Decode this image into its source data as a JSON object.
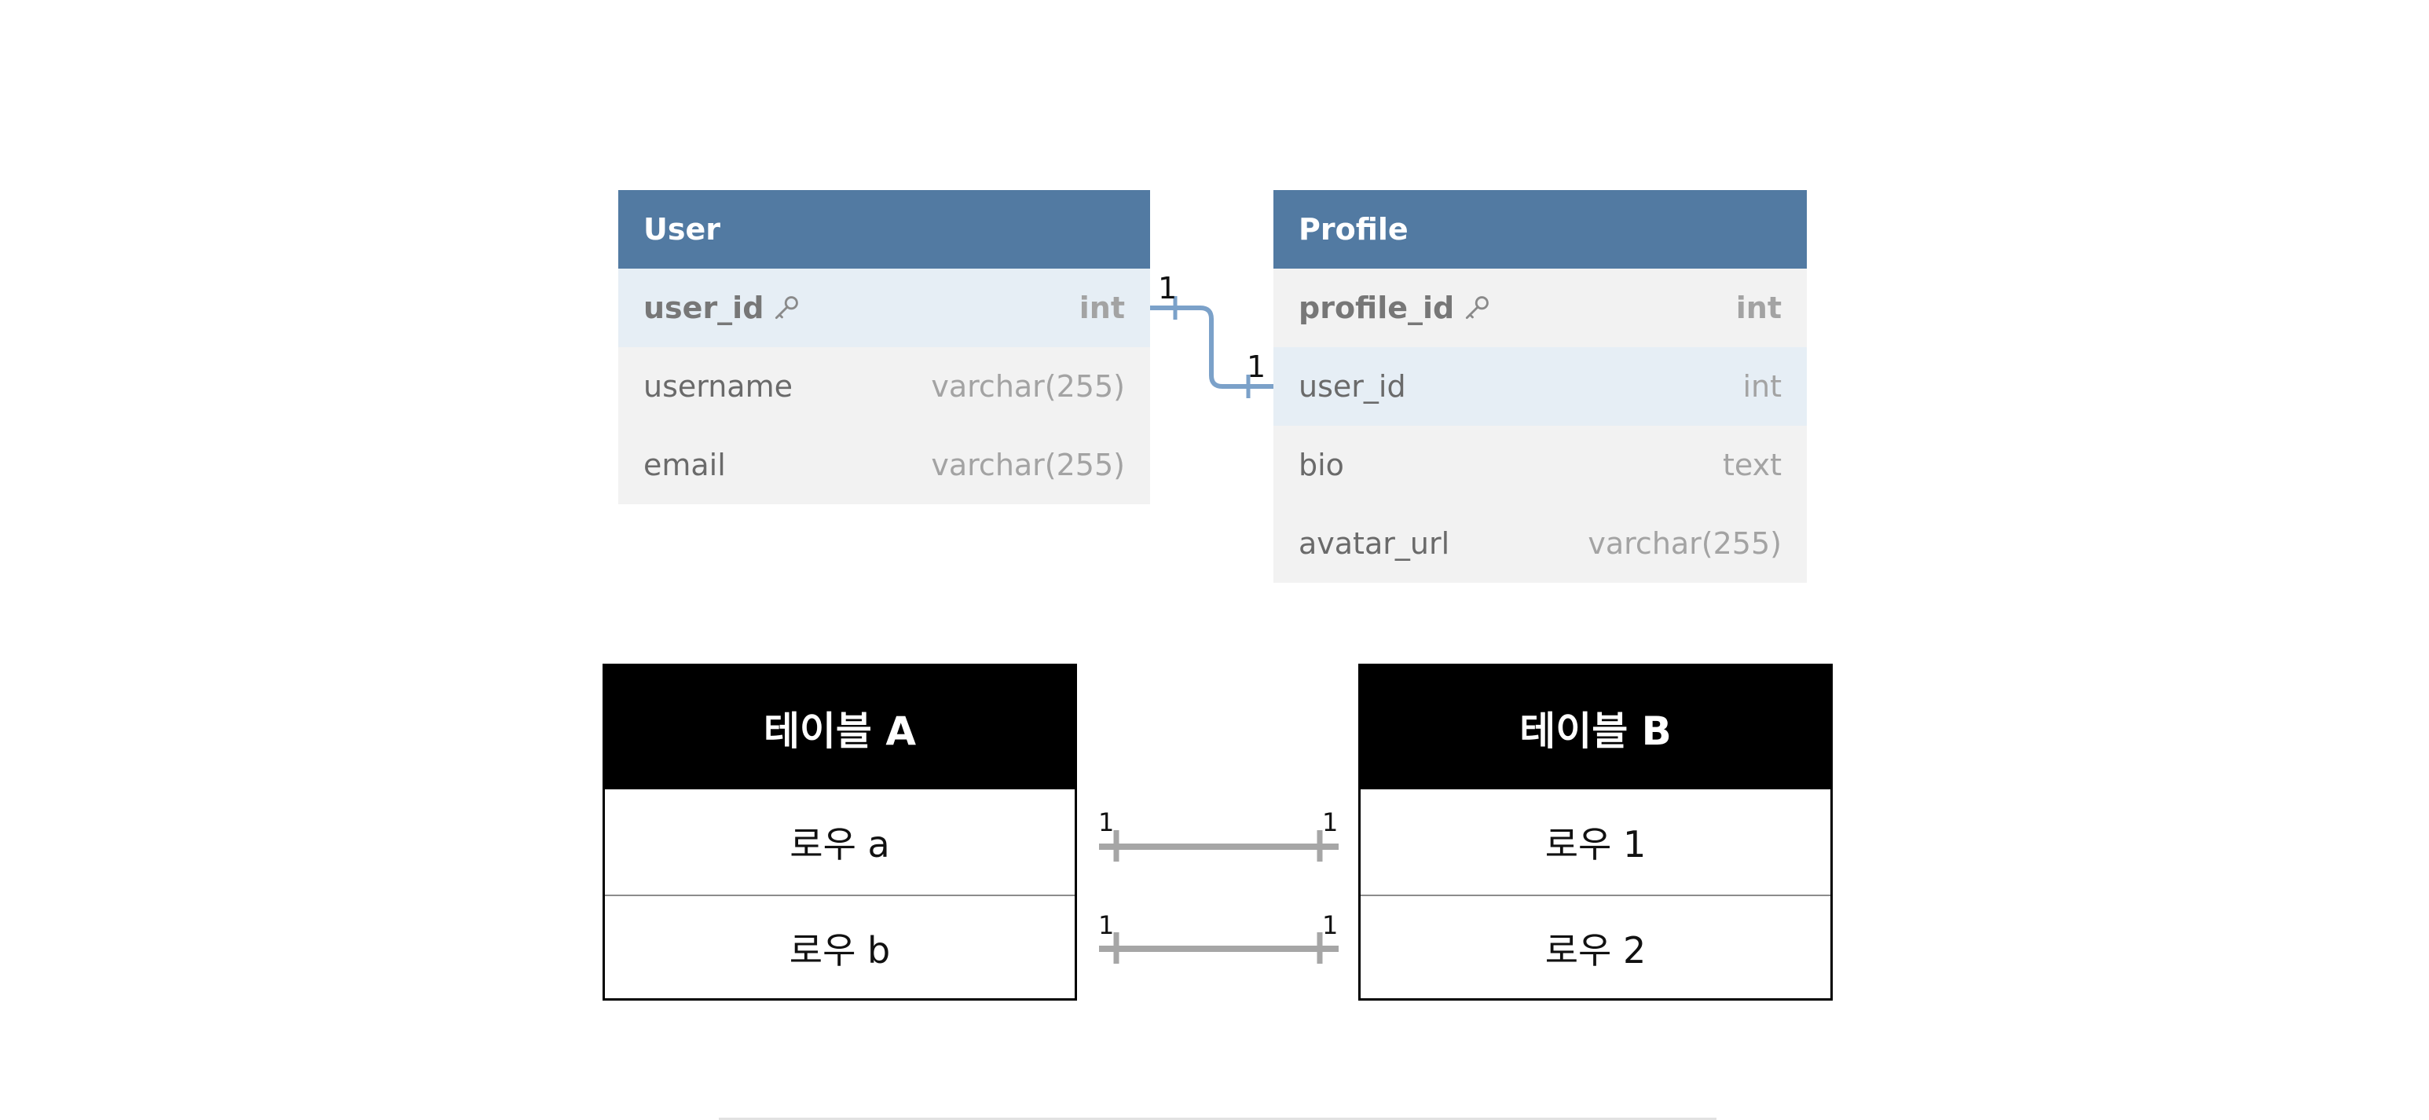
{
  "er_diagram": {
    "user_table": {
      "title": "User",
      "rows": [
        {
          "name": "user_id",
          "type": "int",
          "primary_key": true
        },
        {
          "name": "username",
          "type": "varchar(255)"
        },
        {
          "name": "email",
          "type": "varchar(255)"
        }
      ]
    },
    "profile_table": {
      "title": "Profile",
      "rows": [
        {
          "name": "profile_id",
          "type": "int",
          "primary_key": true
        },
        {
          "name": "user_id",
          "type": "int"
        },
        {
          "name": "bio",
          "type": "text"
        },
        {
          "name": "avatar_url",
          "type": "varchar(255)"
        }
      ]
    },
    "relation": {
      "from_label": "1",
      "to_label": "1"
    }
  },
  "relation_diagram": {
    "table_a": {
      "title": "테이블 A",
      "rows": [
        "로우 a",
        "로우 b"
      ]
    },
    "table_b": {
      "title": "테이블 B",
      "rows": [
        "로우 1",
        "로우 2"
      ]
    },
    "links": [
      {
        "left_label": "1",
        "right_label": "1"
      },
      {
        "left_label": "1",
        "right_label": "1"
      }
    ]
  },
  "colors": {
    "er_header": "#527aa2",
    "er_link": "#7ba1c9",
    "relation_link": "#a6a6a6"
  },
  "icons": {
    "primary_key": "key-icon"
  }
}
